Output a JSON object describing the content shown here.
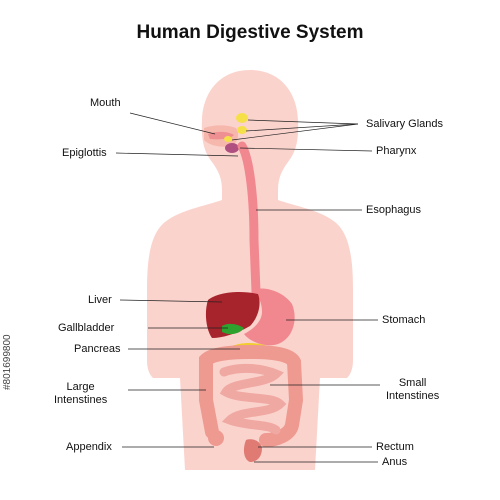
{
  "title": "Human Digestive System",
  "labels": {
    "mouth": "Mouth",
    "epiglottis": "Epiglottis",
    "salivary_glands": "Salivary Glands",
    "pharynx": "Pharynx",
    "esophagus": "Esophagus",
    "liver": "Liver",
    "gallbladder": "Gallbladder",
    "pancreas": "Pancreas",
    "large_intestines_line1": "Large",
    "large_intestines_line2": "Intenstines",
    "appendix": "Appendix",
    "stomach": "Stomach",
    "small_intestines_line1": "Small",
    "small_intestines_line2": "Intenstines",
    "rectum": "Rectum",
    "anus": "Anus"
  },
  "watermark_id": "#801699800",
  "colors": {
    "body": "#fbd3cd",
    "esophagus": "#f2888f",
    "liver": "#a8242c",
    "gallbladder": "#2ea12e",
    "pancreas": "#f2cd2e",
    "intestine": "#ee9a90",
    "salivary": "#f5e04a"
  }
}
